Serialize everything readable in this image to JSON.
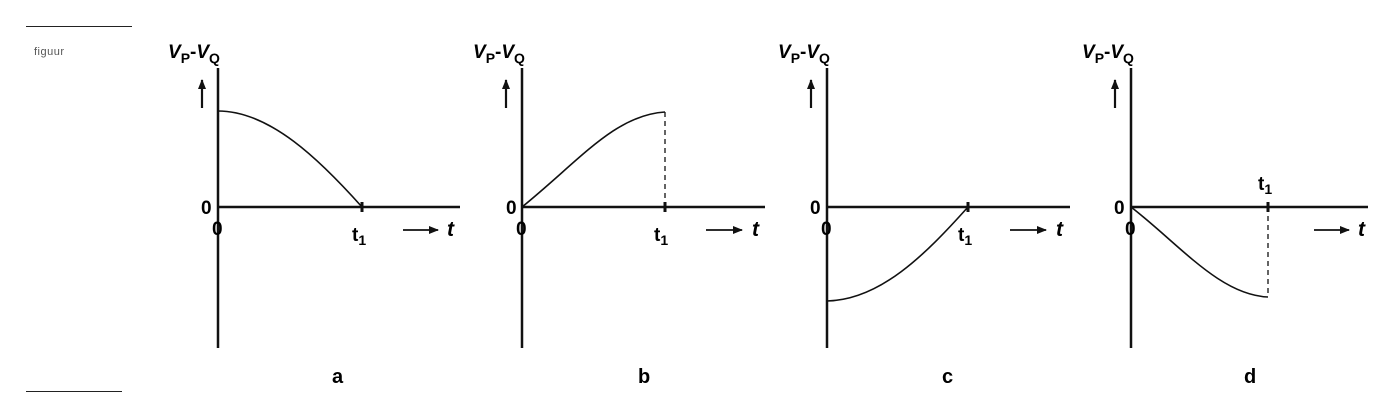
{
  "caption": "figuur",
  "graphs": [
    {
      "label": "a",
      "y_axis_label": {
        "v1": "V",
        "s1": "P",
        "dash": "-",
        "v2": "V",
        "s2": "Q"
      },
      "origin_y_label": "0",
      "origin_x_label": "0",
      "t1_label": {
        "t": "t",
        "sub": "1"
      },
      "x_axis_var": "t"
    },
    {
      "label": "b",
      "y_axis_label": {
        "v1": "V",
        "s1": "P",
        "dash": "-",
        "v2": "V",
        "s2": "Q"
      },
      "origin_y_label": "0",
      "origin_x_label": "0",
      "t1_label": {
        "t": "t",
        "sub": "1"
      },
      "x_axis_var": "t"
    },
    {
      "label": "c",
      "y_axis_label": {
        "v1": "V",
        "s1": "P",
        "dash": "-",
        "v2": "V",
        "s2": "Q"
      },
      "origin_y_label": "0",
      "origin_x_label": "0",
      "t1_label": {
        "t": "t",
        "sub": "1"
      },
      "x_axis_var": "t"
    },
    {
      "label": "d",
      "y_axis_label": {
        "v1": "V",
        "s1": "P",
        "dash": "-",
        "v2": "V",
        "s2": "Q"
      },
      "origin_y_label": "0",
      "origin_x_label": "0",
      "t1_label": {
        "t": "t",
        "sub": "1"
      },
      "x_axis_var": "t"
    }
  ]
}
